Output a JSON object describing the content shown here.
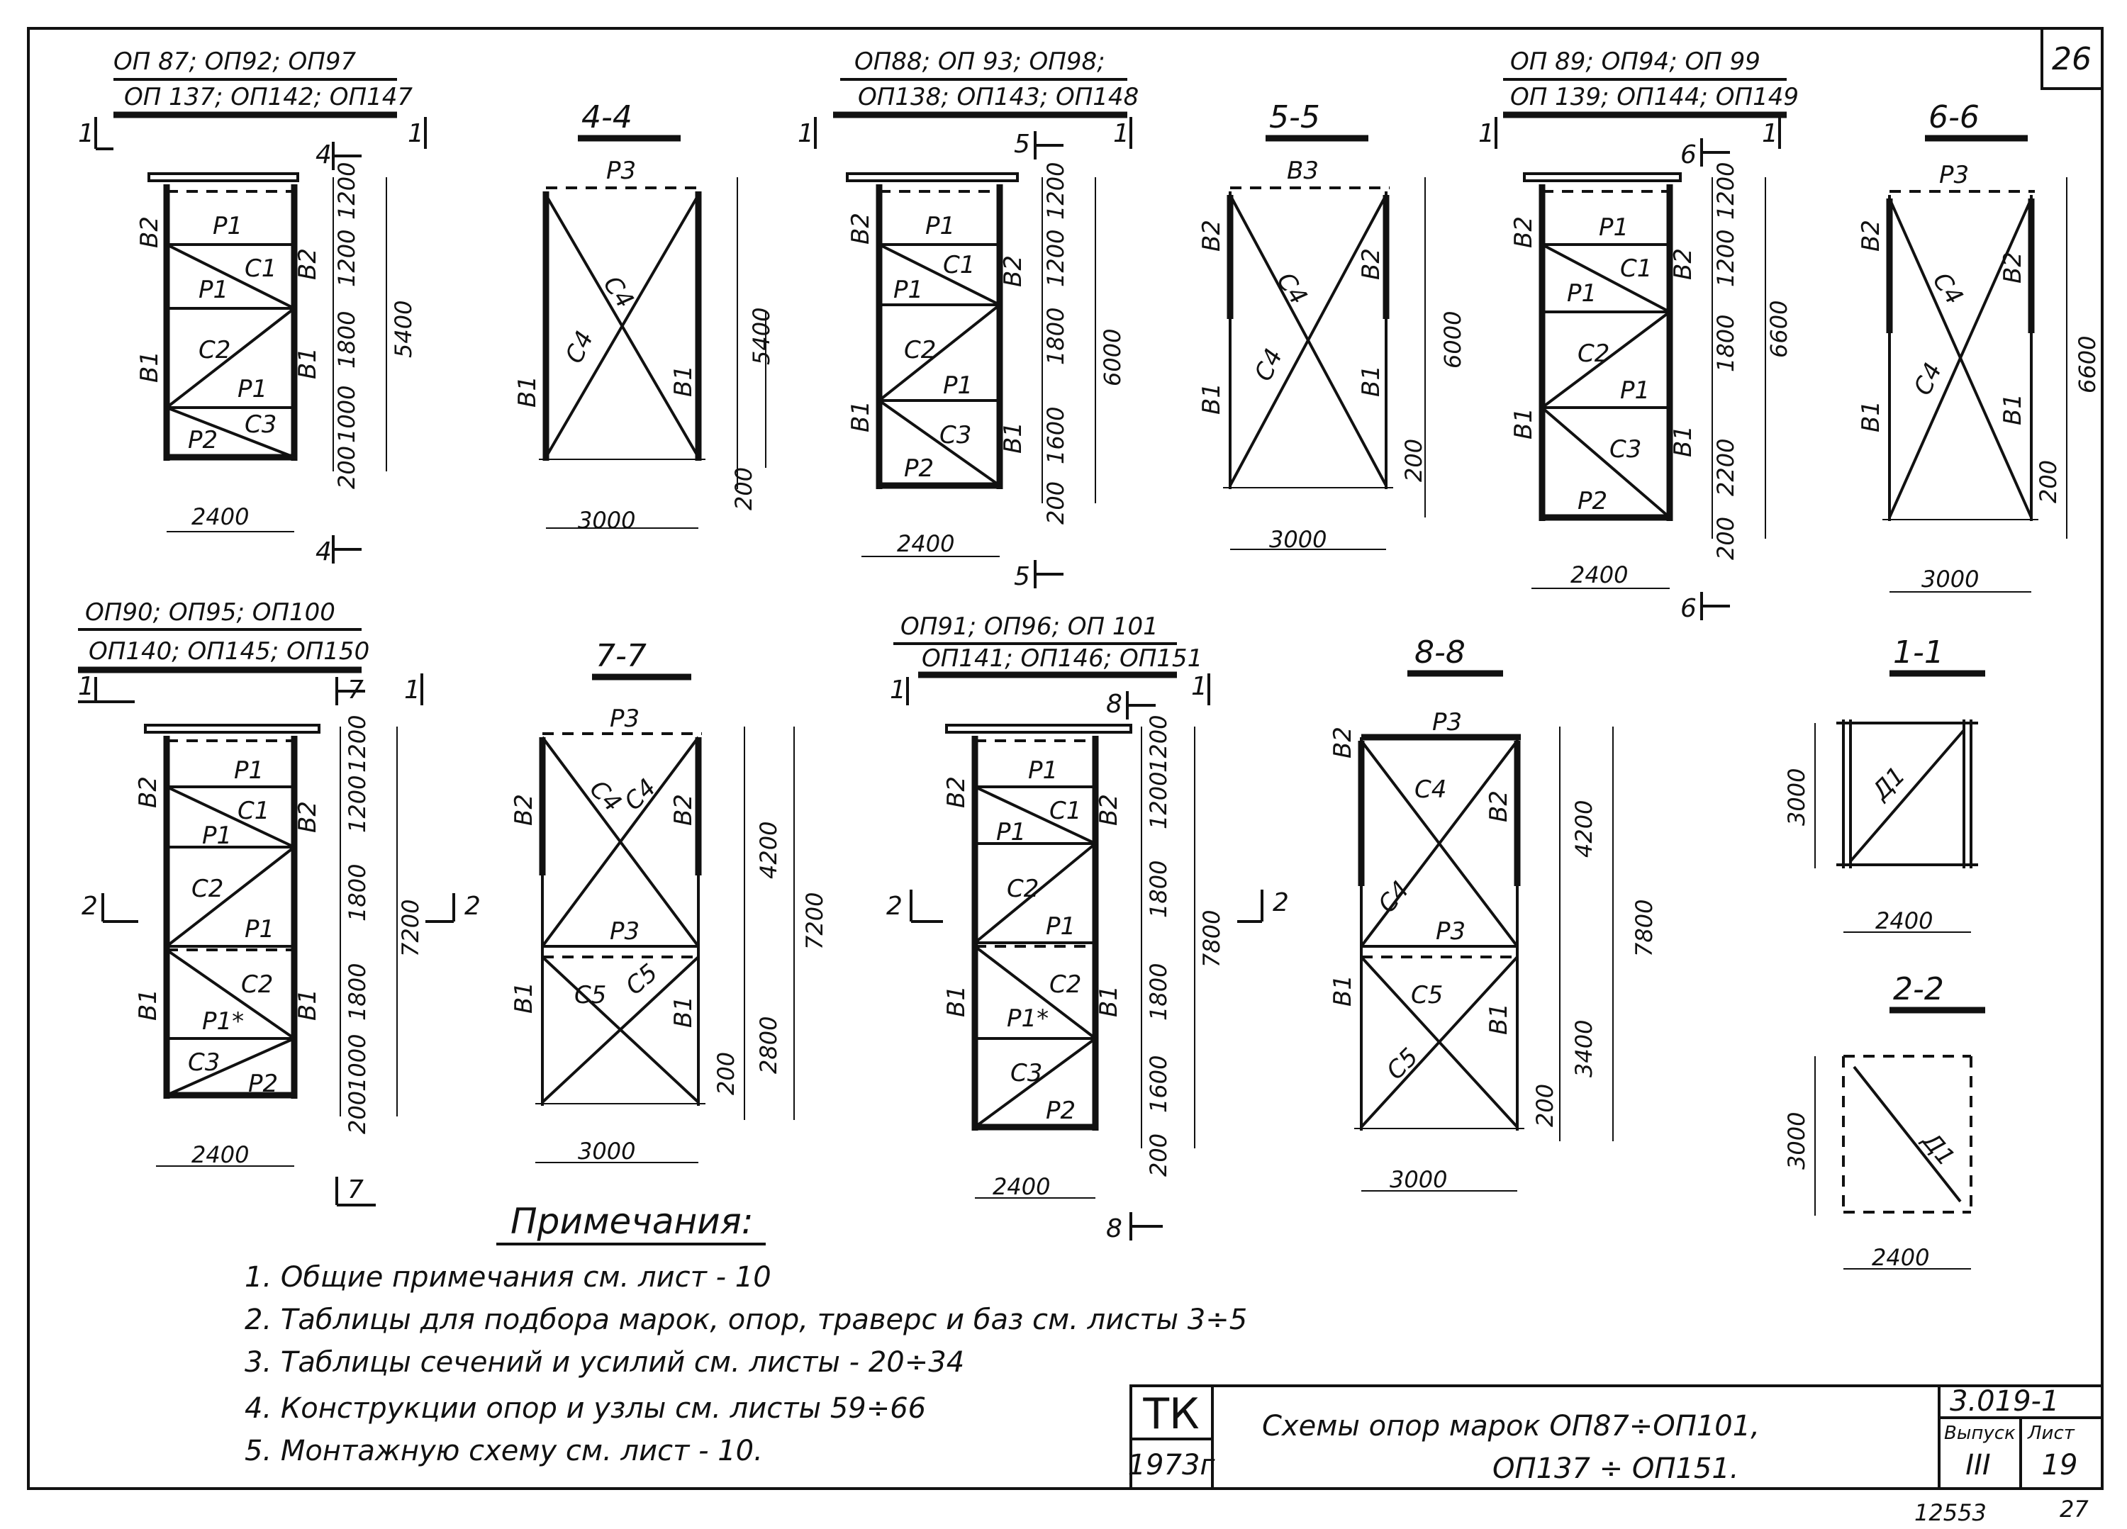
{
  "sheet": {
    "number": "26",
    "bottom_left_number": "12553",
    "bottom_right_number": "27"
  },
  "diagrams": [
    {
      "id": "d1",
      "marks_top": "ОП 87; ОП92; ОП97",
      "marks_bottom": "ОП 137; ОП142; ОП147",
      "members": {
        "r1a": "Р1",
        "c1": "С1",
        "r1b": "Р1",
        "c2": "С2",
        "r1c": "Р1",
        "c3": "С3",
        "r2": "Р2",
        "b2l": "В2",
        "b2r": "В2",
        "b1l": "В1",
        "b1r": "В1"
      },
      "dims": {
        "h1": "1200",
        "h2": "1200",
        "h3": "1800",
        "h4": "1000",
        "h5": "200",
        "total": "5400",
        "width": "2400"
      },
      "cuts": {
        "left": "1",
        "right": "1",
        "sec": "4"
      }
    },
    {
      "id": "d2",
      "title": "4-4",
      "members": {
        "top": "Р3",
        "cl": "С4",
        "cr": "С4",
        "bl": "В1",
        "br": "В1"
      },
      "dims": {
        "total": "5400",
        "bottom": "200",
        "width": "3000"
      }
    },
    {
      "id": "d3",
      "marks_top": "ОП88; ОП 93; ОП98;",
      "marks_bottom": "ОП138; ОП143; ОП148",
      "members": {
        "r1a": "Р1",
        "c1": "С1",
        "r1b": "Р1",
        "c2": "С2",
        "r1c": "Р1",
        "c3": "С3",
        "r2": "Р2",
        "b2l": "В2",
        "b2r": "В2",
        "b1l": "В1",
        "b1r": "В1"
      },
      "dims": {
        "h1": "1200",
        "h2": "1200",
        "h3": "1800",
        "h4": "1600",
        "h5": "200",
        "total": "6000",
        "width": "2400"
      },
      "cuts": {
        "left": "1",
        "right": "1",
        "sec": "5"
      }
    },
    {
      "id": "d4",
      "title": "5-5",
      "members": {
        "top": "В3",
        "cl": "С4",
        "cr": "С4",
        "b2l": "В2",
        "b2r": "В2",
        "bl": "В1",
        "br": "В1"
      },
      "dims": {
        "total": "6000",
        "bottom": "200",
        "width": "3000"
      }
    },
    {
      "id": "d5",
      "marks_top": "ОП 89; ОП94; ОП 99",
      "marks_bottom": "ОП 139; ОП144; ОП149",
      "members": {
        "r1a": "Р1",
        "c1": "С1",
        "r1b": "Р1",
        "c2": "С2",
        "r1c": "Р1",
        "c3": "С3",
        "r2": "Р2",
        "b2l": "В2",
        "b2r": "В2",
        "b1l": "В1",
        "b1r": "В1"
      },
      "dims": {
        "h1": "1200",
        "h2": "1200",
        "h3": "1800",
        "h4": "2200",
        "h5": "200",
        "total": "6600",
        "width": "2400"
      },
      "cuts": {
        "left": "1",
        "right": "1",
        "sec": "6"
      }
    },
    {
      "id": "d6",
      "title": "6-6",
      "members": {
        "top": "Р3",
        "cl": "С4",
        "cr": "С4",
        "b2l": "В2",
        "b2r": "В2",
        "bl": "В1",
        "br": "В1"
      },
      "dims": {
        "total": "6600",
        "bottom": "200",
        "width": "3000"
      }
    },
    {
      "id": "d7",
      "marks_top": "ОП90; ОП95; ОП100",
      "marks_bottom": "ОП140; ОП145; ОП150",
      "members": {
        "r1a": "Р1",
        "c1": "С1",
        "r1b": "Р1",
        "c2": "С2",
        "r1c": "Р1",
        "c2b": "С2",
        "r1d": "Р1*",
        "c3": "С3",
        "r2": "Р2",
        "b2l": "В2",
        "b2r": "В2",
        "b1l": "В1",
        "b1r": "В1"
      },
      "dims": {
        "h1": "1200",
        "h2": "1200",
        "h3": "1800",
        "h4": "1800",
        "h5": "1000",
        "h6": "200",
        "total": "7200",
        "width": "2400"
      },
      "cuts": {
        "left": "1",
        "right": "1",
        "sec": "7",
        "mid": "2"
      }
    },
    {
      "id": "d8",
      "title": "7-7",
      "members": {
        "top": "Р3",
        "cl": "С4",
        "cr": "С4",
        "mid": "Р3",
        "c5l": "С5",
        "c5r": "С5",
        "b2l": "В2",
        "b2r": "В2",
        "bl": "В1",
        "br": "В1"
      },
      "dims": {
        "upper": "4200",
        "lower": "2800",
        "total": "7200",
        "bottom": "200",
        "width": "3000"
      }
    },
    {
      "id": "d9",
      "marks_top": "ОП91; ОП96; ОП 101",
      "marks_bottom": "ОП141; ОП146; ОП151",
      "members": {
        "r1a": "Р1",
        "c1": "С1",
        "r1b": "Р1",
        "c2": "С2",
        "r1c": "Р1",
        "c2b": "С2",
        "r1d": "Р1*",
        "c3": "С3",
        "r2": "Р2",
        "b2l": "В2",
        "b2r": "В2",
        "b1l": "В1",
        "b1r": "В1"
      },
      "dims": {
        "h1": "1200",
        "h2": "1200",
        "h3": "1800",
        "h4": "1800",
        "h5": "1600",
        "h6": "200",
        "total": "7800",
        "width": "2400"
      },
      "cuts": {
        "left": "1",
        "right": "1",
        "sec": "8",
        "mid": "2"
      }
    },
    {
      "id": "d10",
      "title": "8-8",
      "members": {
        "top": "Р3",
        "cl": "С4",
        "cr": "С4",
        "mid": "Р3",
        "c5l": "С5",
        "c5r": "С5",
        "b2l": "В2",
        "b2r": "В2",
        "bl": "В1",
        "br": "В1"
      },
      "dims": {
        "upper": "4200",
        "lower": "3400",
        "total": "7800",
        "bottom": "200",
        "width": "3000"
      }
    },
    {
      "id": "d11",
      "title": "1-1",
      "members": {
        "diag": "Д1"
      },
      "dims": {
        "h": "3000",
        "w": "2400"
      }
    },
    {
      "id": "d12",
      "title": "2-2",
      "members": {
        "diag": "Д1"
      },
      "dims": {
        "h": "3000",
        "w": "2400"
      }
    }
  ],
  "notes": {
    "title": "Примечания:",
    "items": [
      "1. Общие примечания см. лист - 10",
      "2. Таблицы для подбора марок, опор, траверс и баз см. листы 3÷5",
      "3. Таблицы сечений и усилий см. листы - 20÷34",
      "4. Конструкции опор и узлы см. листы 59÷66",
      "5. Монтажную схему см. лист - 10."
    ]
  },
  "title_block": {
    "org": "ТК",
    "year": "1973г",
    "title_line1": "Схемы опор марок ОП87÷ОП101,",
    "title_line2": "ОП137 ÷ ОП151.",
    "series": "3.019-1",
    "issue_label": "Выпуск",
    "issue": "III",
    "sheet_label": "Лист",
    "sheet": "19"
  }
}
